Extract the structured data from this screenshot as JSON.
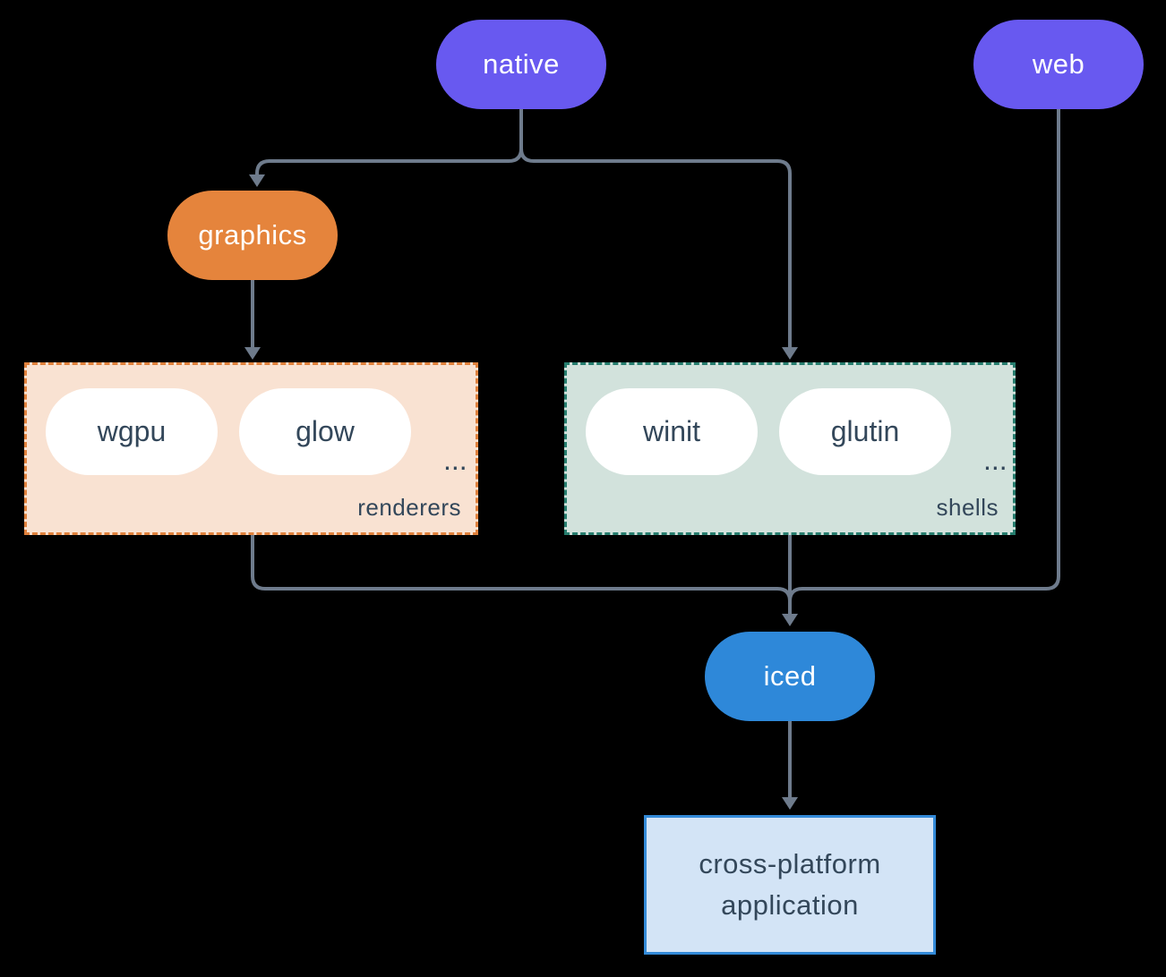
{
  "diagram": {
    "nodes": {
      "native": {
        "label": "native"
      },
      "web": {
        "label": "web"
      },
      "graphics": {
        "label": "graphics"
      },
      "iced": {
        "label": "iced"
      },
      "app": {
        "line1": "cross-platform",
        "line2": "application"
      }
    },
    "groups": {
      "renderers": {
        "label": "renderers",
        "items": [
          "wgpu",
          "glow"
        ],
        "ellipsis": "..."
      },
      "shells": {
        "label": "shells",
        "items": [
          "winit",
          "glutin"
        ],
        "ellipsis": "..."
      }
    },
    "colors": {
      "purple": "#6859f0",
      "orange": "#e5843c",
      "blue": "#2e88d9",
      "renderers_bg": "#f9e2d2",
      "renderers_border": "#e0813c",
      "shells_bg": "#d2e2dc",
      "shells_border": "#267d6e",
      "app_bg": "#d3e4f6",
      "app_border": "#338ad8",
      "line": "#6e7b8c",
      "dark_text": "#33475a",
      "white": "#ffffff",
      "background": "#000000"
    }
  }
}
